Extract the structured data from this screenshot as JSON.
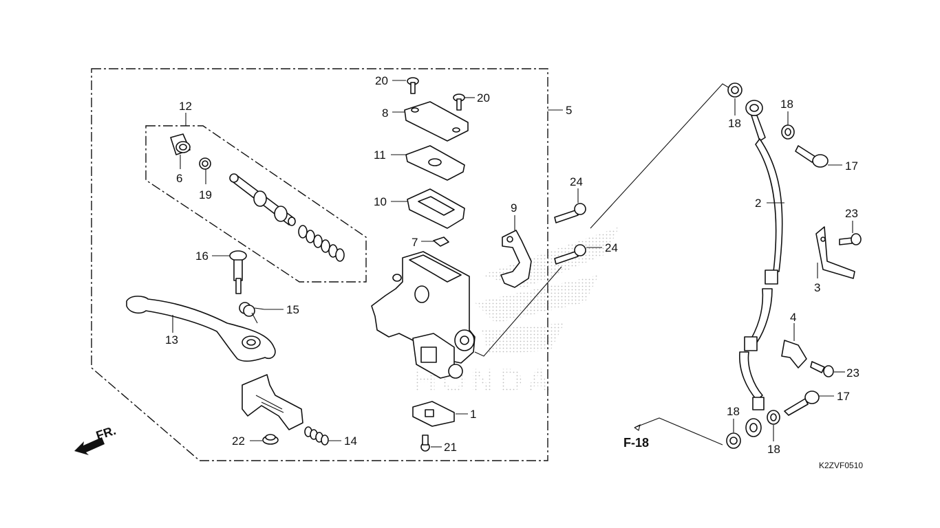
{
  "diagram_code": "K2ZVF0510",
  "front_marker": "FR.",
  "page_ref": "F-18",
  "watermark_text": "HONDA",
  "callouts": {
    "c1": "1",
    "c2": "2",
    "c3": "3",
    "c4": "4",
    "c5": "5",
    "c6": "6",
    "c7": "7",
    "c8": "8",
    "c9": "9",
    "c10": "10",
    "c11": "11",
    "c12": "12",
    "c13": "13",
    "c14": "14",
    "c15": "15",
    "c16": "16",
    "c17a": "17",
    "c17b": "17",
    "c18a": "18",
    "c18b": "18",
    "c18c": "18",
    "c18d": "18",
    "c19": "19",
    "c20a": "20",
    "c20b": "20",
    "c21": "21",
    "c22": "22",
    "c23a": "23",
    "c23b": "23",
    "c24a": "24",
    "c24b": "24"
  },
  "colors": {
    "ink": "#111111",
    "watermark": "#bdbdbd",
    "background": "#ffffff"
  }
}
